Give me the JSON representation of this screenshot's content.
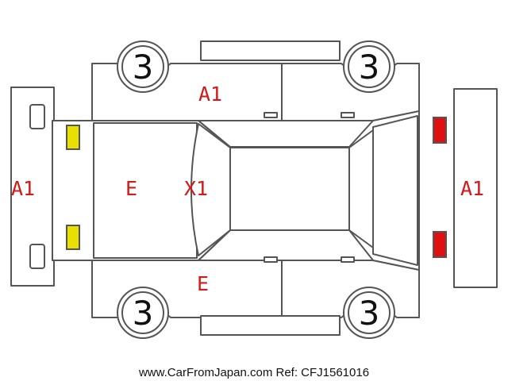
{
  "colors": {
    "outline": "#555555",
    "damage_code": "#d11a1a",
    "front_lamp": "#e8e000",
    "rear_lamp": "#e01010"
  },
  "wheels": {
    "front_left": "3",
    "front_right": "3",
    "rear_left": "3",
    "rear_right": "3"
  },
  "damage_codes": {
    "front_bumper": "A1",
    "hood": "E",
    "windshield": "X1",
    "rear_bumper": "A1",
    "roof_top_edge": "A1",
    "lower_side": "E"
  },
  "footer": "www.CarFromJapan.com Ref: CFJ1561016"
}
